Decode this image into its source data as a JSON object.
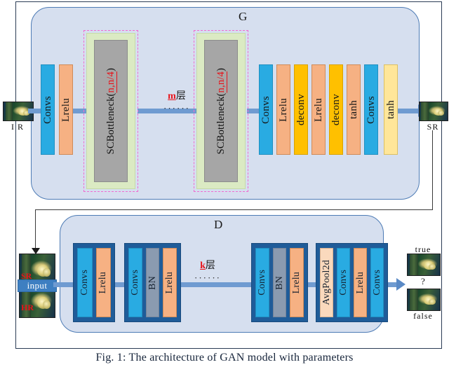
{
  "figure": {
    "caption": "Fig. 1: The architecture of GAN model with parameters"
  },
  "generator": {
    "title": "G",
    "input_label": "I R",
    "output_label": "SR",
    "front_layers": [
      {
        "name": "Convs",
        "color": "#29abe2"
      },
      {
        "name": "Lrelu",
        "color": "#f6b183"
      }
    ],
    "bottleneck_blocks": [
      {
        "prefix": "SCBottleneck(",
        "params": "n,n/4",
        "suffix": ")"
      },
      {
        "prefix": "SCBottleneck(",
        "params": "n,n/4",
        "suffix": ")"
      }
    ],
    "repeat": {
      "count": "m",
      "unit": "层",
      "dots": "······"
    },
    "back_layers": [
      {
        "name": "Convs",
        "color": "#29abe2"
      },
      {
        "name": "Lrelu",
        "color": "#f6b183"
      },
      {
        "name": "deconv",
        "color": "#ffc000"
      },
      {
        "name": "Lrelu",
        "color": "#f6b183"
      },
      {
        "name": "deconv",
        "color": "#ffc000"
      },
      {
        "name": "tanh",
        "color": "#f6b183"
      },
      {
        "name": "Convs",
        "color": "#29abe2"
      },
      {
        "name": "tanh",
        "color": "#ffe699"
      }
    ]
  },
  "discriminator": {
    "title": "D",
    "input": {
      "band_label": "input",
      "top_tag": "SR",
      "bottom_tag": "HR"
    },
    "groups": [
      {
        "layers": [
          {
            "name": "Convs"
          },
          {
            "name": "Lrelu"
          }
        ]
      },
      {
        "layers": [
          {
            "name": "Convs"
          },
          {
            "name": "BN"
          },
          {
            "name": "Lrelu"
          }
        ]
      },
      {
        "layers": [
          {
            "name": "Convs"
          },
          {
            "name": "BN"
          },
          {
            "name": "Lrelu"
          }
        ]
      },
      {
        "layers": [
          {
            "name": "AvgPool2d"
          },
          {
            "name": "Convs"
          },
          {
            "name": "Lrelu"
          },
          {
            "name": "Convs"
          }
        ]
      }
    ],
    "repeat": {
      "count": "k",
      "unit": "层",
      "dots": "······"
    },
    "output": {
      "true_label": "true",
      "question": "?",
      "false_label": "false"
    }
  },
  "colors": {
    "panel_fill": "#d6dfef",
    "panel_border": "#4d7bb5",
    "flow": "#6f9bd1",
    "convs": "#29abe2",
    "lrelu": "#f6b183",
    "deconv": "#ffc000",
    "tanh_pale": "#ffe699",
    "bn": "#8b9bb0",
    "avgpool": "#fad9bd",
    "bottleneck_grey": "#a6a6a6",
    "bottleneck_green": "#dbeac3",
    "bottleneck_dash": "#f06bd0",
    "group_border": "#1f5c99",
    "accent_red": "#e8131a"
  }
}
